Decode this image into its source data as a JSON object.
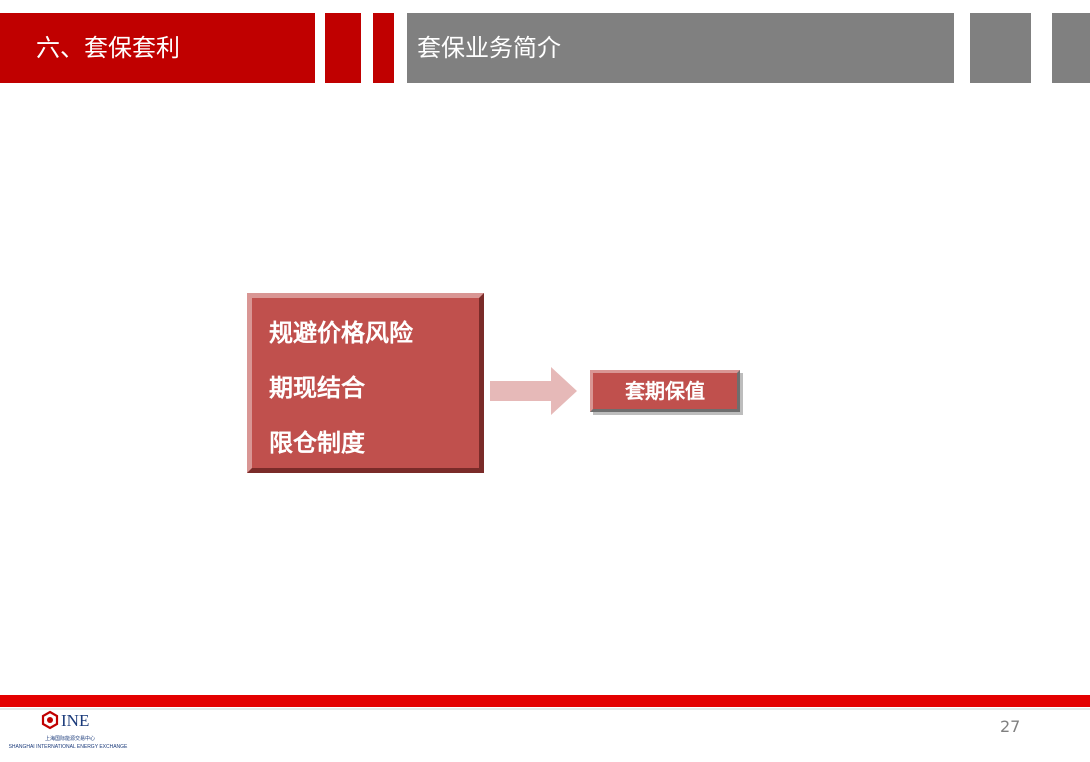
{
  "header": {
    "section_title": "六、套保套利",
    "topic_title": "套保业务简介",
    "colors": {
      "accent": "#c00000",
      "secondary": "#808080"
    }
  },
  "diagram": {
    "source_items": [
      "规避价格风险",
      "期现结合",
      "限仓制度"
    ],
    "target_label": "套期保值",
    "colors": {
      "box": "#c0504d",
      "arrow": "#e6b9b8"
    }
  },
  "footer": {
    "logo": {
      "icon": "ine-logo-icon",
      "brand": "INE",
      "name_cn": "上海国际能源交易中心",
      "name_en": "SHANGHAI INTERNATIONAL ENERGY EXCHANGE"
    },
    "page_number": "27",
    "colors": {
      "rule": "#e40000"
    }
  }
}
